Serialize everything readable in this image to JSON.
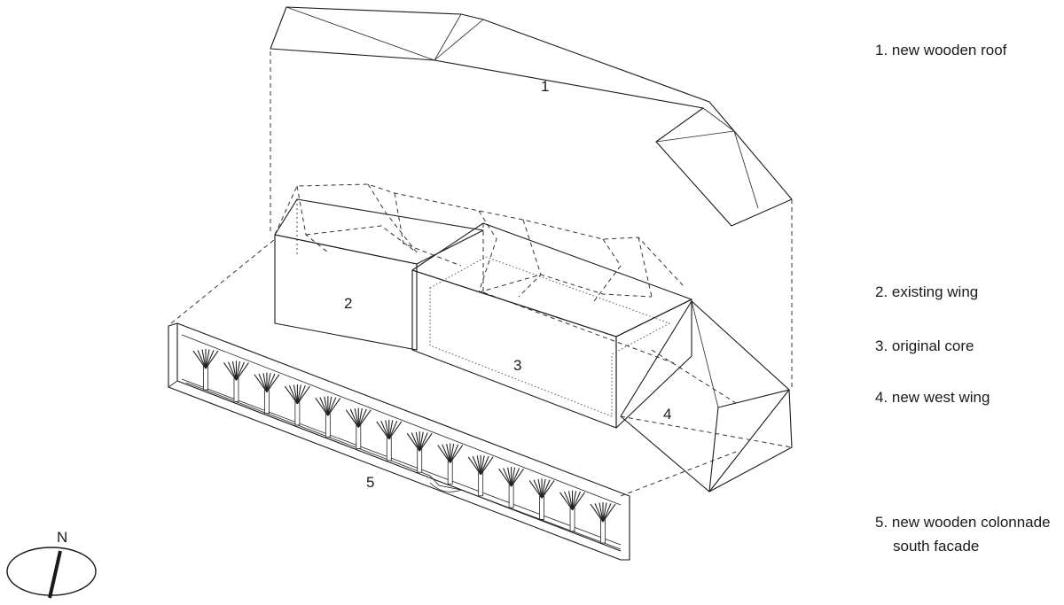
{
  "diagram": {
    "numbers": {
      "roof": "1",
      "existing_wing": "2",
      "original_core": "3",
      "west_wing": "4",
      "colonnade": "5"
    },
    "compass_label": "N",
    "colors": {
      "line": "#1a1a1a",
      "wing_fill": "#ececec",
      "core_fill": "#d6d6d6"
    }
  },
  "legend": [
    {
      "text": "1. new wooden roof"
    },
    {
      "text": "2. existing wing"
    },
    {
      "text": "3. original core"
    },
    {
      "text": "4. new west wing"
    },
    {
      "text": "5. new wooden colonnade",
      "text2": "south facade"
    }
  ]
}
